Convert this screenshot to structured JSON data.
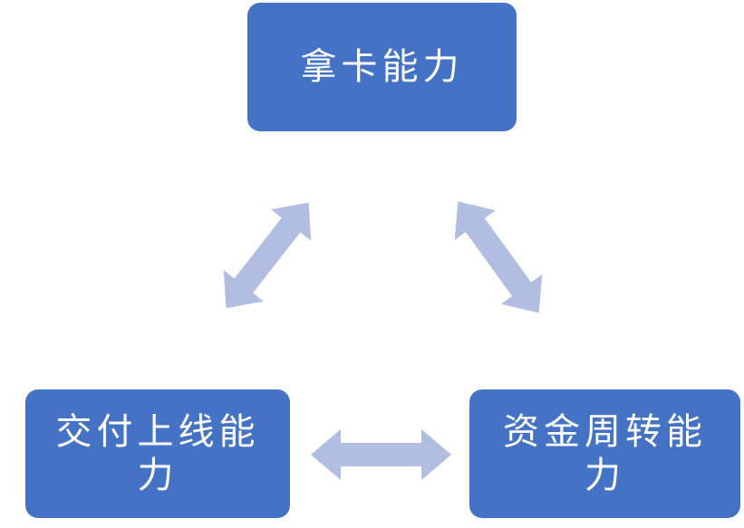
{
  "diagram": {
    "type": "cycle-diagram",
    "colors": {
      "background": "#ffffff",
      "node_fill": "#4472c4",
      "node_text": "#ffffff",
      "arrow_fill": "#b1bee1"
    },
    "nodes": [
      {
        "id": "card-acquisition",
        "label": "拿卡能力",
        "position": "top"
      },
      {
        "id": "delivery-launch",
        "label": "交付上线能力",
        "position": "bottom-left"
      },
      {
        "id": "capital-turnover",
        "label": "资金周转能力",
        "position": "bottom-right"
      }
    ],
    "connections": [
      {
        "from": "card-acquisition",
        "to": "delivery-launch",
        "style": "double-headed-arrow"
      },
      {
        "from": "card-acquisition",
        "to": "capital-turnover",
        "style": "double-headed-arrow"
      },
      {
        "from": "delivery-launch",
        "to": "capital-turnover",
        "style": "double-headed-arrow"
      }
    ]
  }
}
